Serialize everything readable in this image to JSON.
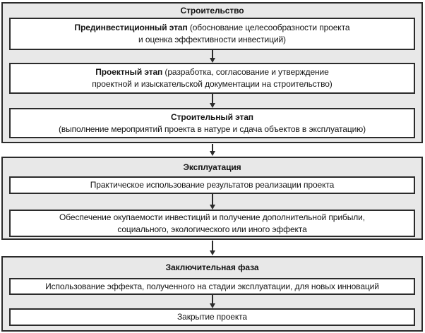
{
  "diagram": {
    "phases": {
      "construction": {
        "title": "Строительство",
        "stages": {
          "preinvestment": {
            "name": "Прединвестиционный этап",
            "line1_rest": " (обоснование целесообразности проекта",
            "line2": "и оценка эффективности инвестиций)"
          },
          "design": {
            "name": "Проектный этап",
            "line1_rest": " (разработка, согласование и утверждение",
            "line2": "проектной и изыскательской документации на строительство)"
          },
          "building": {
            "name": "Строительный этап",
            "line2": "(выполнение мероприятий проекта в натуре и сдача объектов в эксплуатацию)"
          }
        }
      },
      "operation": {
        "title": "Эксплуатация",
        "stages": {
          "practical_use": {
            "line1": "Практическое использование результатов реализации проекта"
          },
          "payback": {
            "line1": "Обеспечение окупаемости инвестиций и получение дополнительной прибыли,",
            "line2": "социального, экологического или иного эффекта"
          }
        }
      },
      "final": {
        "title": "Заключительная фаза",
        "stages": {
          "effect_reuse": {
            "line1": "Использование эффекта, полученного на стадии эксплуатации, для новых инноваций"
          },
          "project_close": {
            "line1": "Закрытие проекта"
          }
        }
      }
    }
  },
  "colors": {
    "page_bg": "#ffffff",
    "section_bg": "#e8e8e8",
    "box_bg": "#ffffff",
    "border": "#2b2b2b",
    "text": "#141414"
  }
}
